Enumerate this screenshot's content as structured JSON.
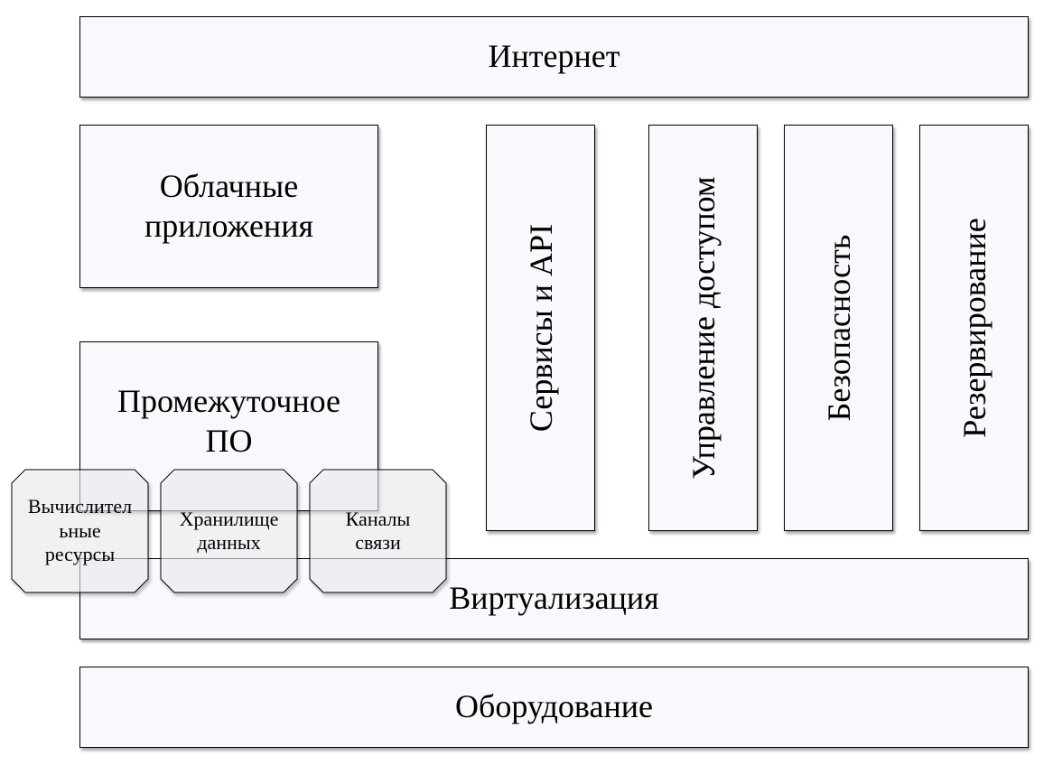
{
  "layers": {
    "internet": "Интернет",
    "cloud_apps": "Облачные\nприложения",
    "middleware": "Промежуточное\nПО",
    "virtualization": "Виртуализация",
    "hardware": "Оборудование"
  },
  "pillars": {
    "services_api": "Сервисы и API",
    "access_control": "Управление доступом",
    "security": "Безопасность",
    "backup": "Резервирование"
  },
  "resources": {
    "compute": "Вычислител\nьные\nресурсы",
    "storage": "Хранилище\nданных",
    "channels": "Каналы\nсвязи"
  },
  "colors": {
    "box_fill": "#f8f8fd",
    "stroke": "#000000"
  }
}
